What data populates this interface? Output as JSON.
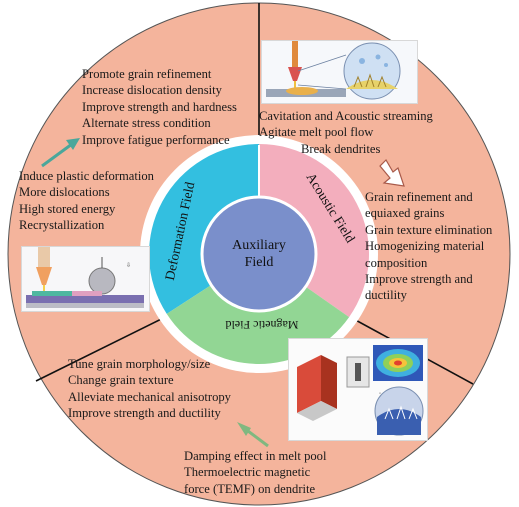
{
  "center": {
    "line1": "Auxiliary",
    "line2": "Field"
  },
  "ring_labels": {
    "deformation": "Deformation Field",
    "acoustic": "Acoustic Field",
    "magnetic": "Magnetic Field"
  },
  "deformation": {
    "effects": [
      "Promote grain refinement",
      "Increase dislocation density",
      "Improve strength and hardness",
      "Alternate stress condition",
      "Improve fatigue performance"
    ],
    "mechanisms": [
      "Induce plastic deformation",
      "More dislocations",
      "High stored energy",
      "Recrystallization"
    ]
  },
  "acoustic": {
    "mechanisms": [
      "Cavitation and Acoustic streaming",
      "Agitate melt pool flow",
      "Break dendrites"
    ],
    "effects": [
      "Grain refinement and",
      "equiaxed grains",
      "Grain texture elimination",
      "Homogenizing material",
      "composition",
      "Improve strength and",
      "ductility"
    ]
  },
  "magnetic": {
    "effects": [
      "Tune grain morphology/size",
      "Change grain texture",
      "Alleviate mechanical anisotropy",
      "Improve strength and ductility"
    ],
    "mechanisms": [
      "Damping effect in melt pool",
      "Thermoelectric magnetic",
      "force (TEMF) on dendrite"
    ]
  },
  "colors": {
    "outer_disc": "#f4b49c",
    "outer_stroke": "#555555",
    "divider": "#111111",
    "white_ring": "#ffffff",
    "deformation_segment": "#33bfe0",
    "acoustic_segment": "#f3aebd",
    "magnetic_segment": "#92d694",
    "center_disc": "#7a8fcb",
    "arrow_teal": "#4aa79b",
    "arrow_outline": "#a85a4a",
    "arrow_green": "#80b880"
  }
}
